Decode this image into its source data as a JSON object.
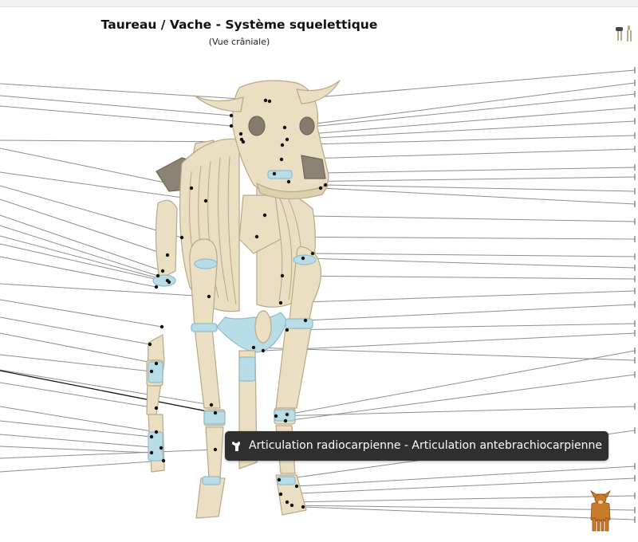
{
  "title": "Taureau / Vache - Système squelettique",
  "subtitle": "(Vue crâniale)",
  "tooltip": {
    "text": "Articulation radiocarpienne - Articulation antebrachiocarpienne",
    "icon": "bone-icon"
  },
  "icons": {
    "view_thumbnail": "skeleton-thumbnail-icon",
    "species_selector": "cow-icon"
  },
  "colors": {
    "bone": "#eadfc2",
    "bone_outline": "#b9a987",
    "cartilage": "#b9dde6",
    "leader_line": "#8e8e8e",
    "active_line": "#111111",
    "tooltip_bg": "#2f2f2f"
  }
}
